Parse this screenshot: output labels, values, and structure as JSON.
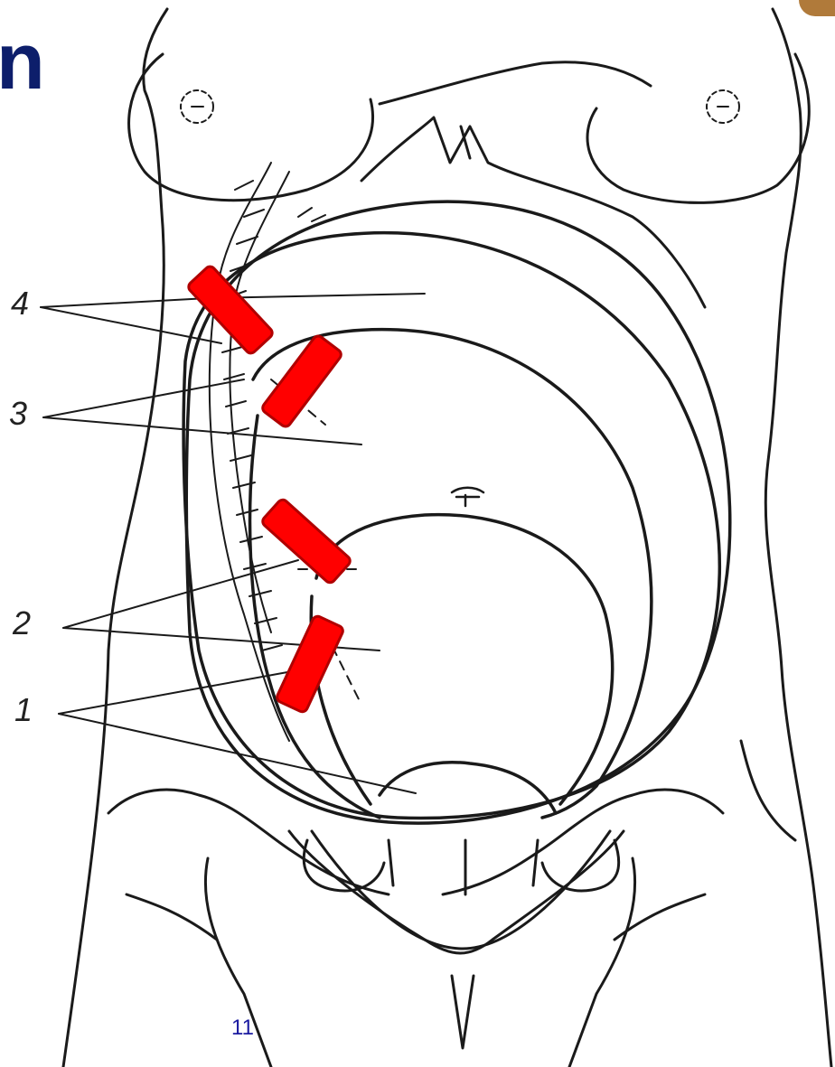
{
  "header": {
    "title_fragment": "n"
  },
  "diagram": {
    "labels": [
      "1",
      "2",
      "3",
      "4"
    ]
  },
  "footer": {
    "page_number": "11"
  },
  "colors": {
    "title": "#0d1e6b",
    "line": "#1a1a1a",
    "marker": "#ff0000",
    "marker_border": "#b00000",
    "page_number": "#1a1aa0",
    "corner_accent": "#b07a3a"
  }
}
